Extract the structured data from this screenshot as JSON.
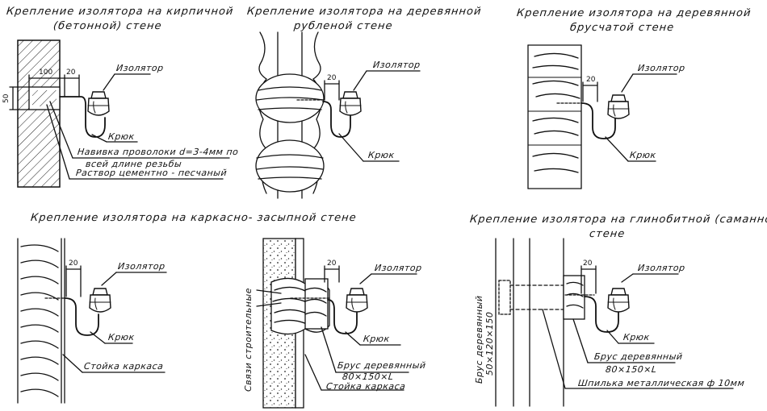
{
  "panels": {
    "brick": {
      "title_line1": "Крепление изолятора на кирпичной",
      "title_line2": "(бетонной) стене",
      "dim_100": "100",
      "dim_20": "20",
      "dim_50": "50",
      "label_insulator": "Изолятор",
      "label_hook": "Крюк",
      "label_winding_line1": "Навивка проволоки d=3-4мм по",
      "label_winding_line2": "всей длине резьбы",
      "label_mortar": "Раствор цементно - песчаный"
    },
    "log": {
      "title_line1": "Крепление изолятора на деревянной",
      "title_line2": "рубленой стене",
      "dim_20": "20",
      "label_insulator": "Изолятор",
      "label_hook": "Крюк"
    },
    "beam": {
      "title_line1": "Крепление изолятора на деревянной",
      "title_line2": "брусчатой стене",
      "dim_20": "20",
      "label_insulator": "Изолятор",
      "label_hook": "Крюк"
    },
    "frame": {
      "title": "Крепление изолятора на каркасно- засыпной стене",
      "left": {
        "dim_20": "20",
        "label_insulator": "Изолятор",
        "label_hook": "Крюк",
        "label_post": "Стойка каркаса"
      },
      "right": {
        "dim_20": "20",
        "label_insulator": "Изолятор",
        "label_hook": "Крюк",
        "label_ties": "Связи строительные",
        "label_timber_line1": "Брус деревянный",
        "label_timber_line2": "80×150×L",
        "label_post": "Стойка каркаса"
      }
    },
    "adobe": {
      "title_line1": "Крепление изолятора на глинобитной (саманной)",
      "title_line2": "стене",
      "dim_20": "20",
      "label_insulator": "Изолятор",
      "label_hook": "Крюк",
      "label_timber_line1": "Брус деревянный",
      "label_timber_line2": "80×150×L",
      "label_vertical_line1": "Брус деревянный",
      "label_vertical_line2": "50×120×150",
      "label_stud": "Шпилька металлическая ф 10мм"
    }
  },
  "colors": {
    "ink": "#111111",
    "paper": "#ffffff"
  }
}
